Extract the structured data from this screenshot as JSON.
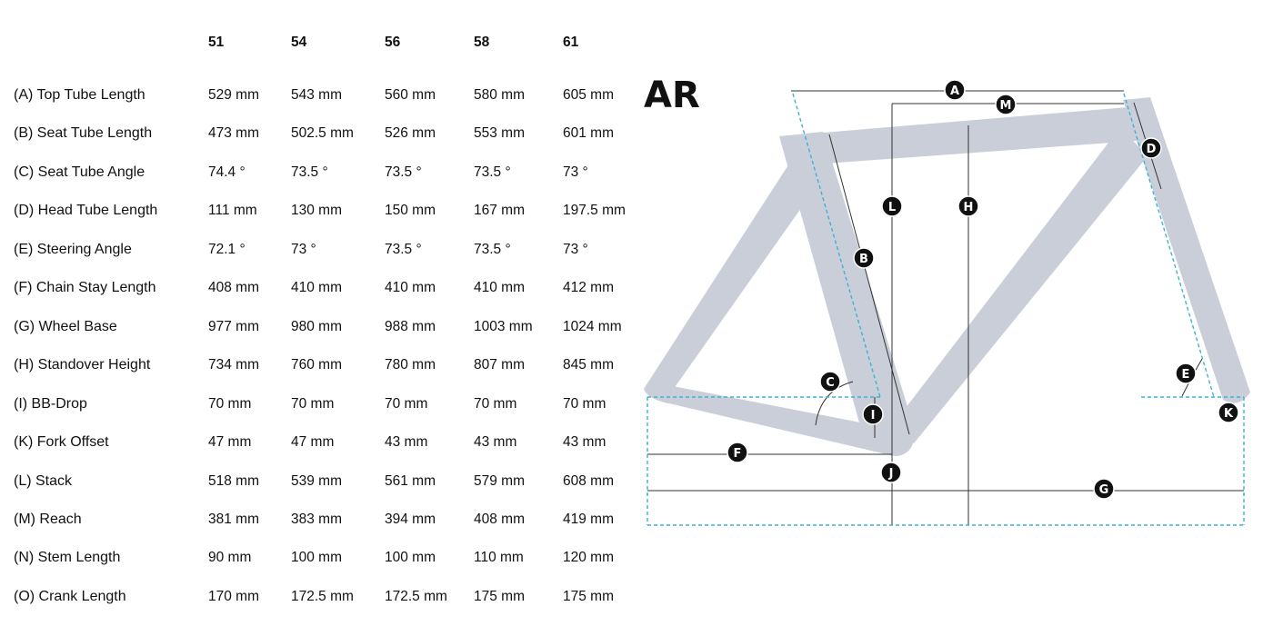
{
  "model": "AR",
  "sizes": [
    "51",
    "54",
    "56",
    "58",
    "61"
  ],
  "rows": [
    {
      "label": "(A) Top Tube Length",
      "values": [
        "529 mm",
        "543 mm",
        "560 mm",
        "580 mm",
        "605 mm"
      ]
    },
    {
      "label": "(B) Seat Tube Length",
      "values": [
        "473 mm",
        "502.5 mm",
        "526 mm",
        "553 mm",
        "601 mm"
      ]
    },
    {
      "label": "(C) Seat Tube Angle",
      "values": [
        "74.4 °",
        "73.5 °",
        "73.5 °",
        "73.5 °",
        "73 °"
      ]
    },
    {
      "label": "(D) Head Tube Length",
      "values": [
        "111 mm",
        "130 mm",
        "150 mm",
        "167 mm",
        "197.5 mm"
      ]
    },
    {
      "label": "(E) Steering Angle",
      "values": [
        "72.1 °",
        "73 °",
        "73.5 °",
        "73.5 °",
        "73 °"
      ]
    },
    {
      "label": "(F) Chain Stay Length",
      "values": [
        "408 mm",
        "410 mm",
        "410 mm",
        "410 mm",
        "412 mm"
      ]
    },
    {
      "label": "(G) Wheel Base",
      "values": [
        "977 mm",
        "980 mm",
        "988 mm",
        "1003 mm",
        "1024 mm"
      ]
    },
    {
      "label": "(H) Standover Height",
      "values": [
        "734 mm",
        "760 mm",
        "780 mm",
        "807 mm",
        "845 mm"
      ]
    },
    {
      "label": "(I) BB-Drop",
      "values": [
        "70 mm",
        "70 mm",
        "70 mm",
        "70 mm",
        "70 mm"
      ]
    },
    {
      "label": "(K) Fork Offset",
      "values": [
        "47 mm",
        "47 mm",
        "43 mm",
        "43 mm",
        "43 mm"
      ]
    },
    {
      "label": "(L) Stack",
      "values": [
        "518 mm",
        "539 mm",
        "561 mm",
        "579 mm",
        "608 mm"
      ]
    },
    {
      "label": "(M) Reach",
      "values": [
        "381 mm",
        "383 mm",
        "394 mm",
        "408 mm",
        "419 mm"
      ]
    },
    {
      "label": "(N) Stem Length",
      "values": [
        "90 mm",
        "100 mm",
        "100 mm",
        "110 mm",
        "120 mm"
      ]
    },
    {
      "label": "(O) Crank Length",
      "values": [
        "170 mm",
        "172.5 mm",
        "172.5 mm",
        "175 mm",
        "175 mm"
      ]
    }
  ],
  "markers": {
    "A": "A",
    "M": "M",
    "D": "D",
    "L": "L",
    "H": "H",
    "B": "B",
    "C": "C",
    "E": "E",
    "I": "I",
    "K": "K",
    "F": "F",
    "J": "J",
    "G": "G"
  },
  "colors": {
    "frame": "#c9ced9",
    "dim_line": "#333333",
    "guide": "#3ab3d4",
    "marker": "#111111"
  }
}
